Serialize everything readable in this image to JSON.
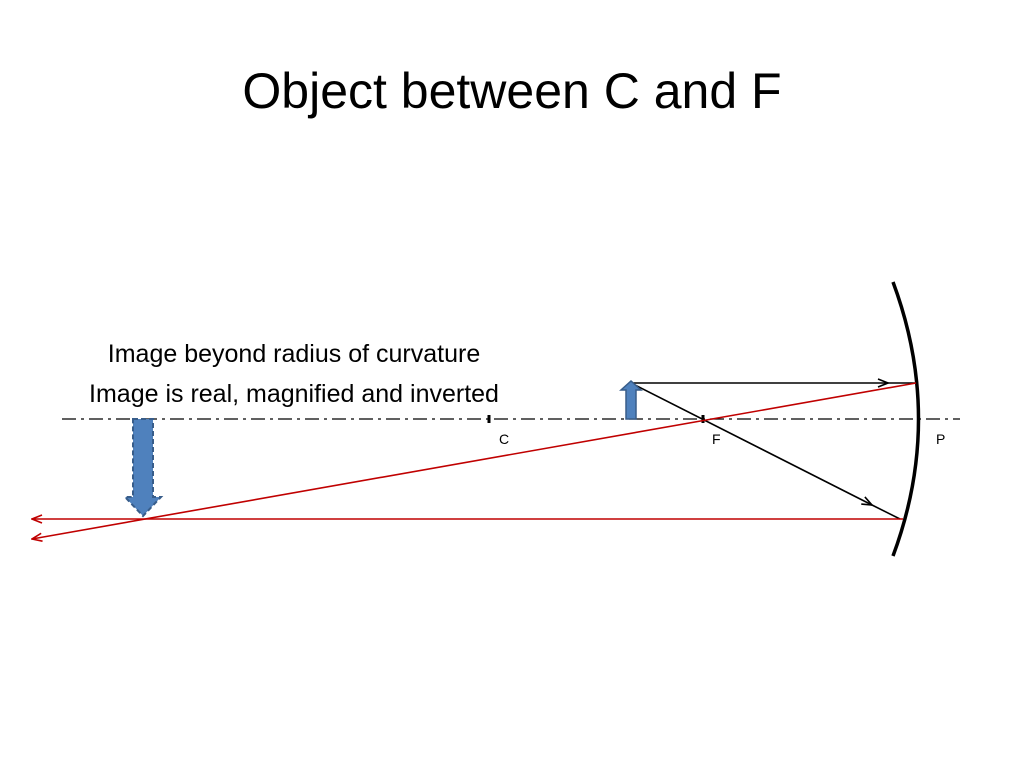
{
  "title": "Object between C and F",
  "caption": {
    "line1": "Image beyond radius of curvature",
    "line2": "Image is real, magnified and inverted"
  },
  "points": {
    "c": "C",
    "f": "F",
    "p": "P"
  },
  "colors": {
    "ray_incident": "#000000",
    "ray_reflected": "#C00000",
    "arrow_fill": "#4F81BD",
    "arrow_stroke": "#385D8A",
    "mirror": "#000000",
    "axis": "#000000"
  }
}
